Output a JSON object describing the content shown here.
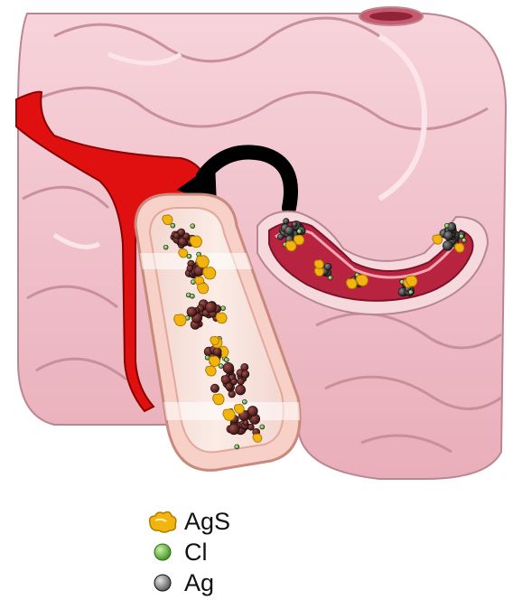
{
  "legend": [
    {
      "label": "AgS",
      "icon": "silver-sulfide-particle-icon"
    },
    {
      "label": "Cl",
      "icon": "chloride-particle-icon"
    },
    {
      "label": "Ag",
      "icon": "silver-particle-icon"
    }
  ],
  "colors": {
    "intestine": "#f4c4cf",
    "intestine_outline": "#b98692",
    "blood_vessel": "#e01010",
    "arrow": "#000000",
    "agS": "#f2b50f",
    "cl": "#5fae3c",
    "ag": "#3a3a3a",
    "ag_oxidized": "#5a1c1c"
  }
}
